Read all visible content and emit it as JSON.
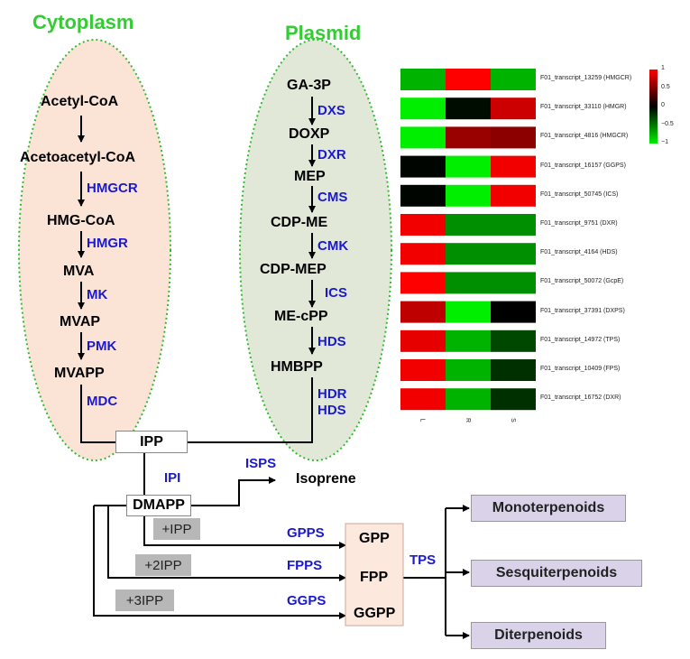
{
  "titles": {
    "cytoplasm": "Cytoplasm",
    "plasmid": "Plasmid"
  },
  "cytoplasm_pathway": {
    "metabolites": [
      "Acetyl-CoA",
      "Acetoacetyl-CoA",
      "HMG-CoA",
      "MVA",
      "MVAP",
      "MVAPP"
    ],
    "enzymes": [
      "HMGCR",
      "HMGR",
      "MK",
      "PMK",
      "MDC"
    ]
  },
  "plasmid_pathway": {
    "metabolites": [
      "GA-3P",
      "DOXP",
      "MEP",
      "CDP-ME",
      "CDP-MEP",
      "ME-cPP",
      "HMBPP"
    ],
    "enzymes": [
      "DXS",
      "DXR",
      "CMS",
      "CMK",
      "ICS",
      "HDS",
      "HDR",
      "HDS"
    ]
  },
  "lower_pathway": {
    "ipp": "IPP",
    "ipi": "IPI",
    "dmapp": "DMAPP",
    "isps": "ISPS",
    "isoprene": "Isoprene",
    "additions": [
      "+IPP",
      "+2IPP",
      "+3IPP"
    ],
    "synthases": [
      "GPPS",
      "FPPS",
      "GGPS"
    ],
    "prenyl": [
      "GPP",
      "FPP",
      "GGPP"
    ],
    "tps": "TPS",
    "products": [
      "Monoterpenoids",
      "Sesquiterpenoids",
      "Diterpenoids"
    ]
  },
  "colors": {
    "green_title": "#33cc33",
    "enzyme_blue": "#1a1acc",
    "cytoplasm_fill": "#fbe3d6",
    "plasmid_fill": "#e2e8d8",
    "product_fill": "#d9d2e9",
    "prenyl_fill": "#fce8dc"
  },
  "heatmap": {
    "columns": [
      "L",
      "R",
      "S"
    ],
    "rows": [
      {
        "label": "F01_transcript_13259 (HMGCR)",
        "values": [
          -0.75,
          1.0,
          -0.75
        ]
      },
      {
        "label": "F01_transcript_33110 (HMGR)",
        "values": [
          -1.0,
          -0.05,
          0.8
        ]
      },
      {
        "label": "F01_transcript_4816 (HMGCR)",
        "values": [
          -1.0,
          0.6,
          0.55
        ]
      },
      {
        "label": "F01_transcript_16157 (GGPS)",
        "values": [
          -0.02,
          -1.0,
          0.95
        ]
      },
      {
        "label": "F01_transcript_50745 (ICS)",
        "values": [
          -0.02,
          -1.0,
          0.95
        ]
      },
      {
        "label": "F01_transcript_9751 (DXR)",
        "values": [
          0.95,
          -0.6,
          -0.6
        ]
      },
      {
        "label": "F01_transcript_4164 (HDS)",
        "values": [
          0.95,
          -0.6,
          -0.6
        ]
      },
      {
        "label": "F01_transcript_50072 (GcpE)",
        "values": [
          1.0,
          -0.6,
          -0.6
        ]
      },
      {
        "label": "F01_transcript_37391 (DXPS)",
        "values": [
          0.75,
          -1.0,
          0.0
        ]
      },
      {
        "label": "F01_transcript_14972 (TPS)",
        "values": [
          0.9,
          -0.75,
          -0.3
        ]
      },
      {
        "label": "F01_transcript_10409 (FPS)",
        "values": [
          0.95,
          -0.75,
          -0.2
        ]
      },
      {
        "label": "F01_transcript_16752 (DXR)",
        "values": [
          0.95,
          -0.75,
          -0.2
        ]
      }
    ],
    "scale_ticks": [
      "1",
      "0.5",
      "0",
      "−0.5",
      "−1"
    ],
    "scale_values": [
      1,
      0.5,
      0,
      -0.5,
      -1
    ]
  }
}
